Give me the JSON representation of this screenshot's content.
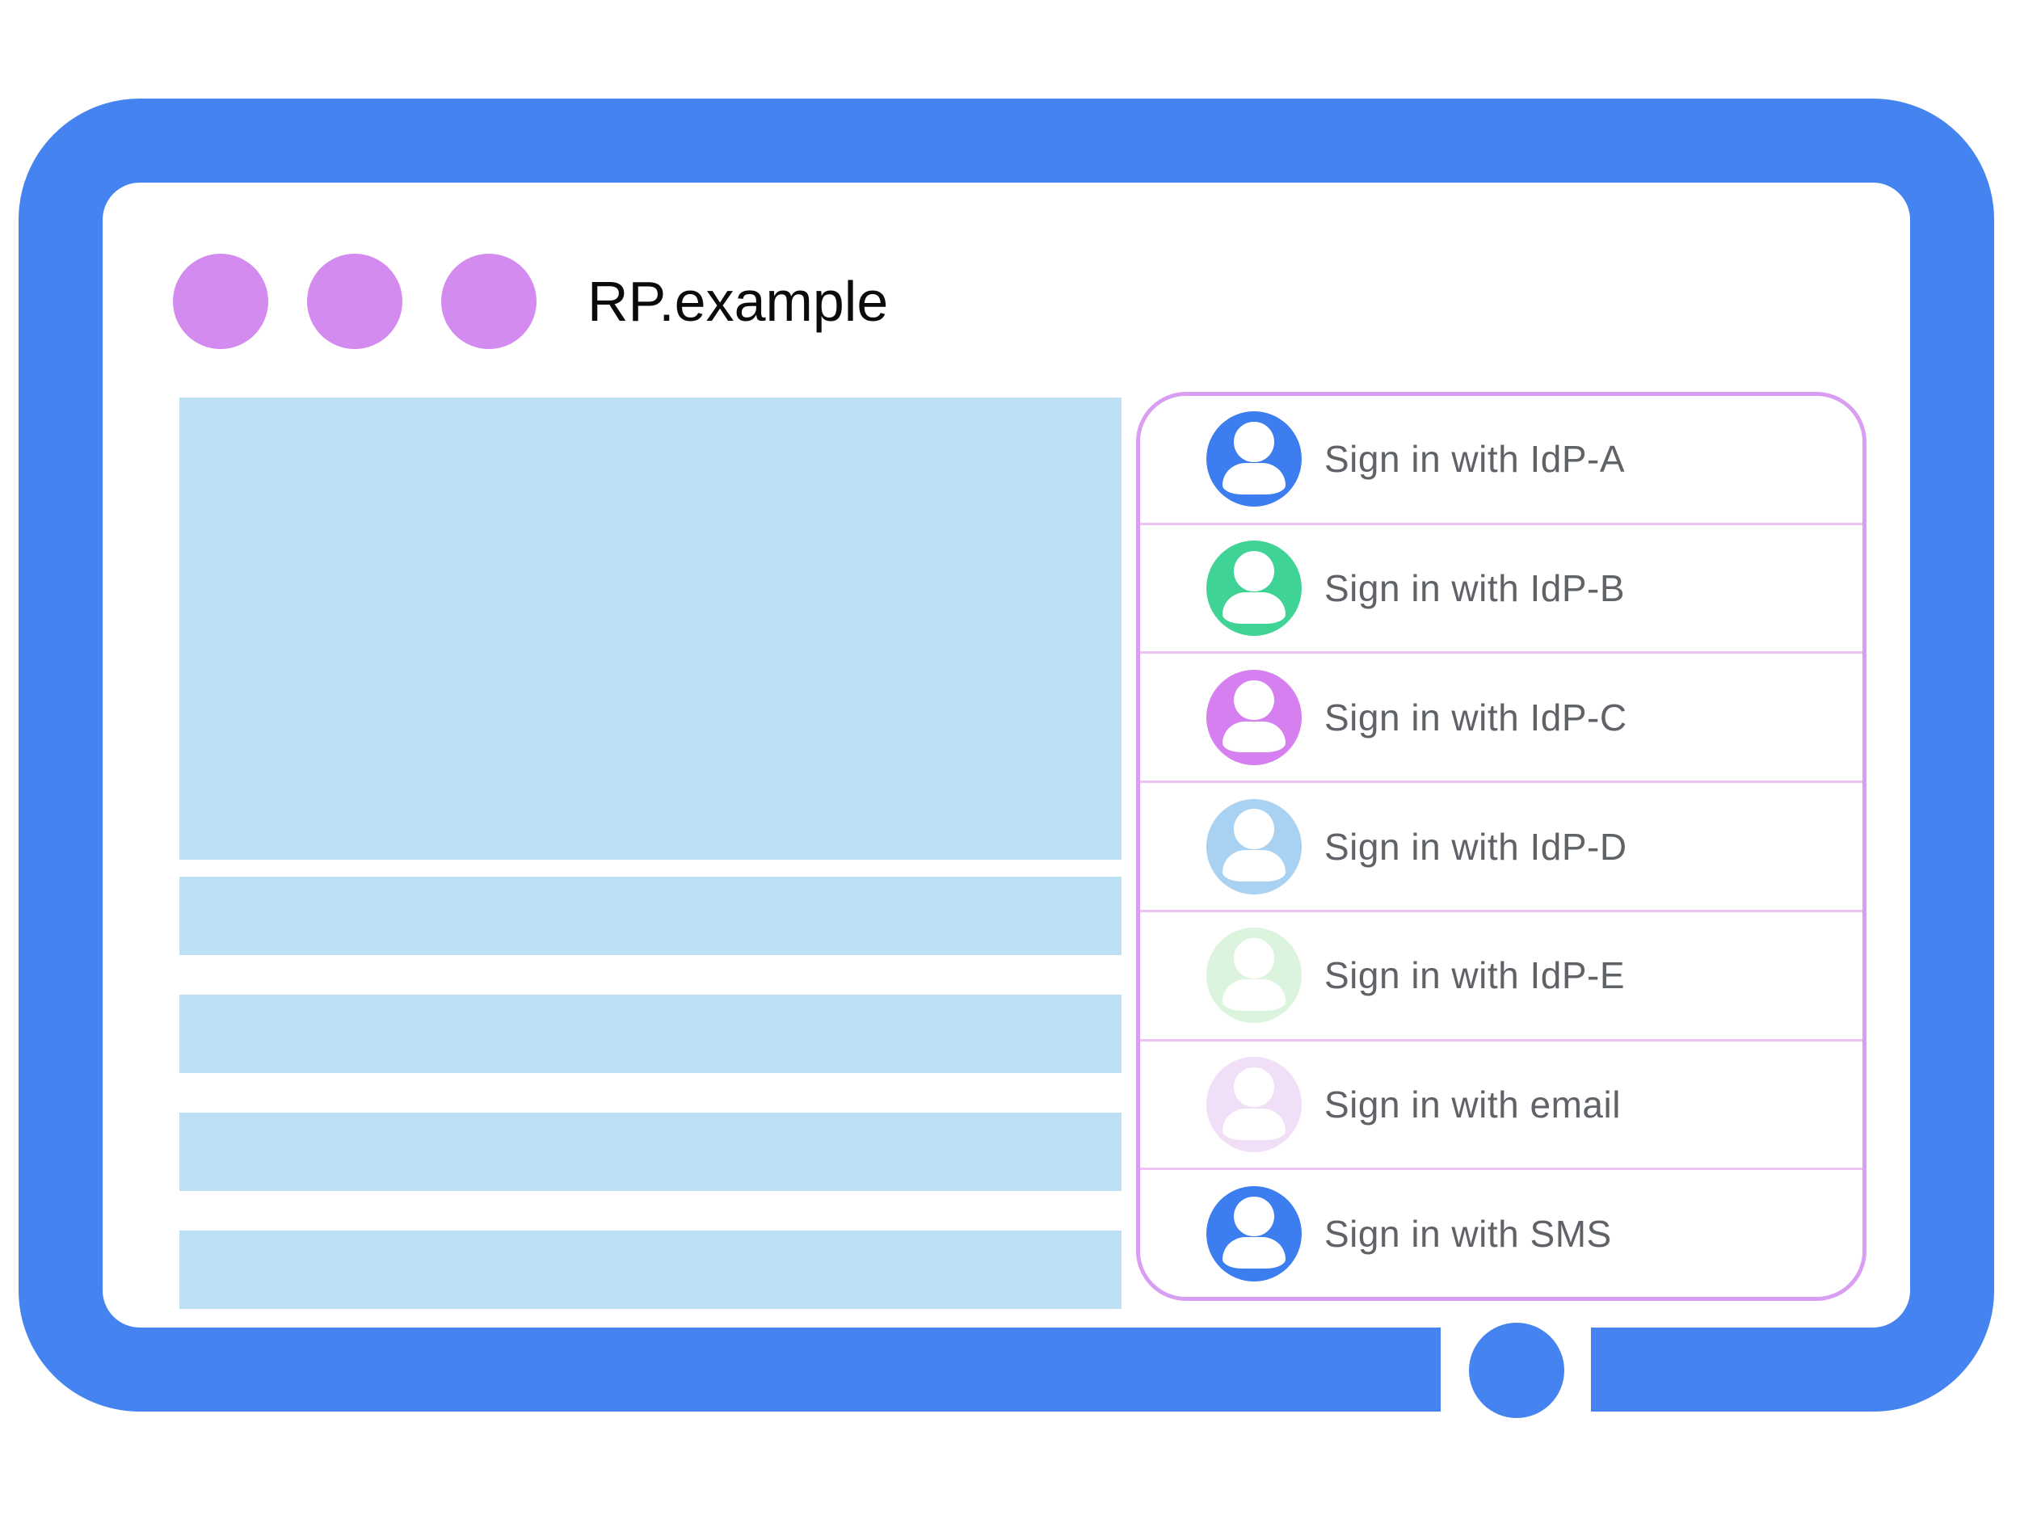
{
  "window": {
    "title": "RP.example",
    "control_dot_count": 3
  },
  "content": {
    "hero_placeholder": "",
    "text_bar_count": 4
  },
  "signin_panel": {
    "options": [
      {
        "id": "idp-a",
        "label": "Sign in with IdP-A",
        "avatar_color": "#3C7DF0"
      },
      {
        "id": "idp-b",
        "label": "Sign in with IdP-B",
        "avatar_color": "#3FD495"
      },
      {
        "id": "idp-c",
        "label": "Sign in with IdP-C",
        "avatar_color": "#D57FF0"
      },
      {
        "id": "idp-d",
        "label": "Sign in with IdP-D",
        "avatar_color": "#A9D2F2"
      },
      {
        "id": "idp-e",
        "label": "Sign in with IdP-E",
        "avatar_color": "#DCF3DE"
      },
      {
        "id": "email",
        "label": "Sign in with email",
        "avatar_color": "#F0DFF7"
      },
      {
        "id": "sms",
        "label": "Sign in with SMS",
        "avatar_color": "#3C7DF0"
      }
    ]
  },
  "colors": {
    "frame_blue": "#4583F0",
    "window_dot_violet": "#D48BF0",
    "placeholder_blue": "#BEE0F5",
    "panel_border_pink": "#D99EF2",
    "panel_divider_pink": "#EEC2F4",
    "label_gray": "#5F6368",
    "title_black": "#0B0B0B",
    "avatar_glyph_white": "#FFFFFF"
  }
}
